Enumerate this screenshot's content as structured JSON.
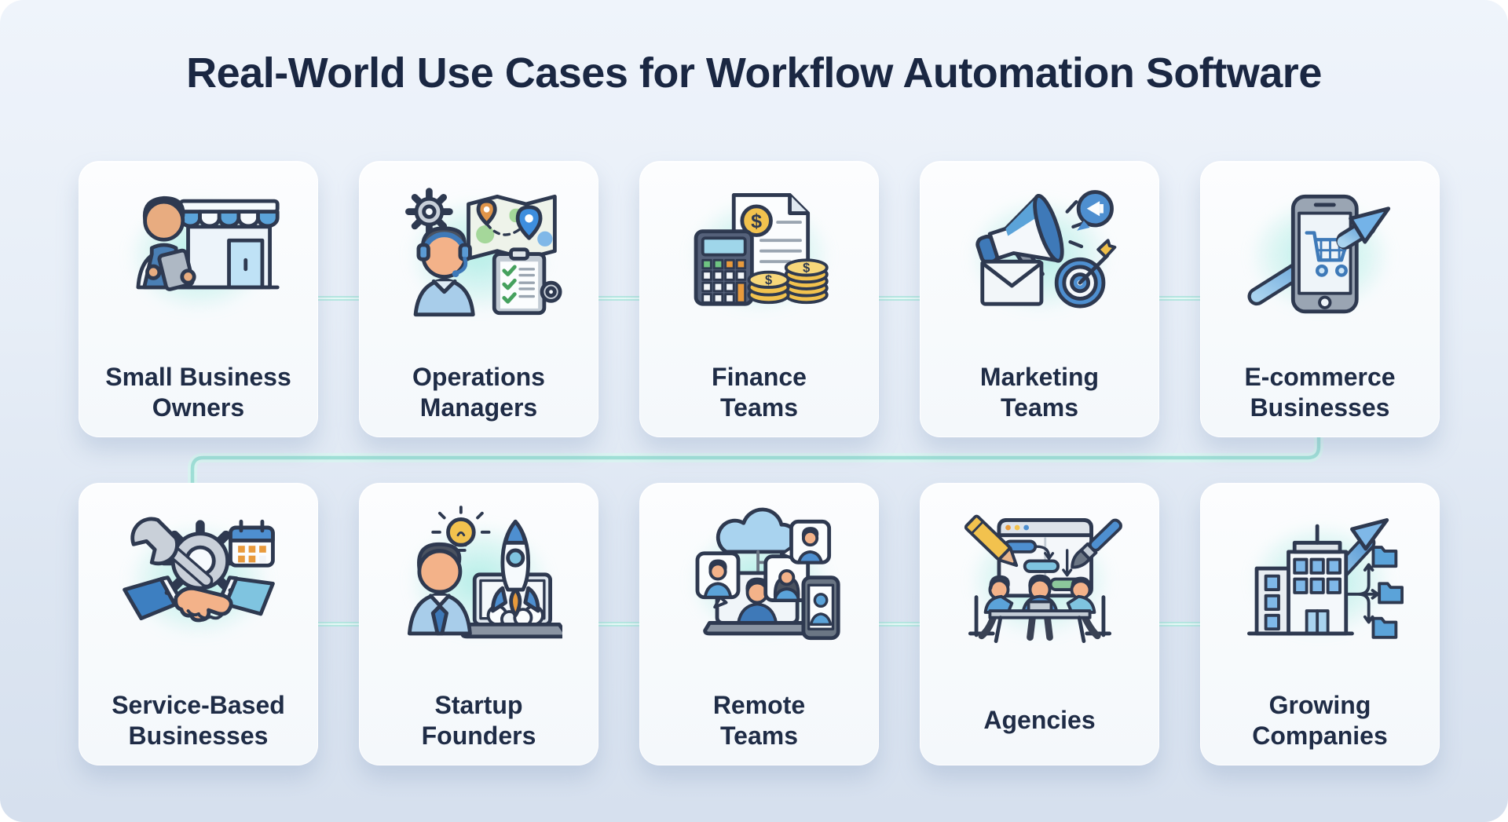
{
  "title": "Real-World Use Cases for Workflow Automation Software",
  "cards": [
    {
      "id": "small-business-owners",
      "line1": "Small Business",
      "line2": "Owners",
      "icon": "storefront-owner-icon"
    },
    {
      "id": "operations-managers",
      "line1": "Operations",
      "line2": "Managers",
      "icon": "operations-headset-map-icon"
    },
    {
      "id": "finance-teams",
      "line1": "Finance",
      "line2": "Teams",
      "icon": "invoice-calculator-coins-icon"
    },
    {
      "id": "marketing-teams",
      "line1": "Marketing",
      "line2": "Teams",
      "icon": "megaphone-envelope-target-icon"
    },
    {
      "id": "e-commerce-businesses",
      "line1": "E-commerce",
      "line2": "Businesses",
      "icon": "phone-cart-growth-icon"
    },
    {
      "id": "service-based-businesses",
      "line1": "Service-Based",
      "line2": "Businesses",
      "icon": "handshake-tools-icon"
    },
    {
      "id": "startup-founders",
      "line1": "Startup",
      "line2": "Founders",
      "icon": "founder-rocket-laptop-icon"
    },
    {
      "id": "remote-teams",
      "line1": "Remote",
      "line2": "Teams",
      "icon": "cloud-video-call-icon"
    },
    {
      "id": "agencies",
      "line1": "Agencies",
      "icon": "team-table-whiteboard-icon"
    },
    {
      "id": "growing-companies",
      "line1": "Growing",
      "line2": "Companies",
      "icon": "building-growth-folders-icon"
    }
  ],
  "colors": {
    "background_top": "#eff4fb",
    "background_bottom": "#d6e0ee",
    "card_background": "#f7fafc",
    "title_text": "#1a2742",
    "label_text": "#1f2c46",
    "connector_teal": "#a9e4dc",
    "icon_glow": "#bdeee8",
    "accent_blue": "#4e8fd0",
    "accent_yellow": "#f2c24e",
    "accent_orange": "#e89a3c",
    "accent_green": "#53b06e"
  }
}
